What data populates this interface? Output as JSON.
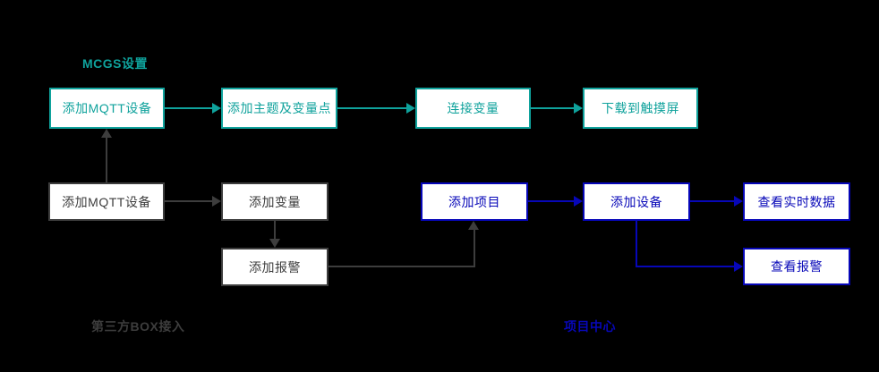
{
  "colors": {
    "teal": "#0FA29C",
    "gray": "#3D3D3D",
    "blue": "#0707B8",
    "node_bg": "#FFFFFF",
    "background": "#000000"
  },
  "diagram": {
    "mcgs": {
      "title": "MCGS设置",
      "nodes": [
        {
          "label": "添加MQTT设备"
        },
        {
          "label": "添加主题及变量点"
        },
        {
          "label": "连接变量"
        },
        {
          "label": "下载到触摸屏"
        }
      ]
    },
    "third_party": {
      "title": "第三方BOX接入",
      "nodes": [
        {
          "label": "添加MQTT设备"
        },
        {
          "label": "添加变量"
        },
        {
          "label": "添加报警"
        }
      ]
    },
    "project_center": {
      "title": "项目中心",
      "nodes": [
        {
          "label": "添加项目"
        },
        {
          "label": "添加设备"
        },
        {
          "label": "查看实时数据"
        },
        {
          "label": "查看报警"
        }
      ]
    }
  }
}
